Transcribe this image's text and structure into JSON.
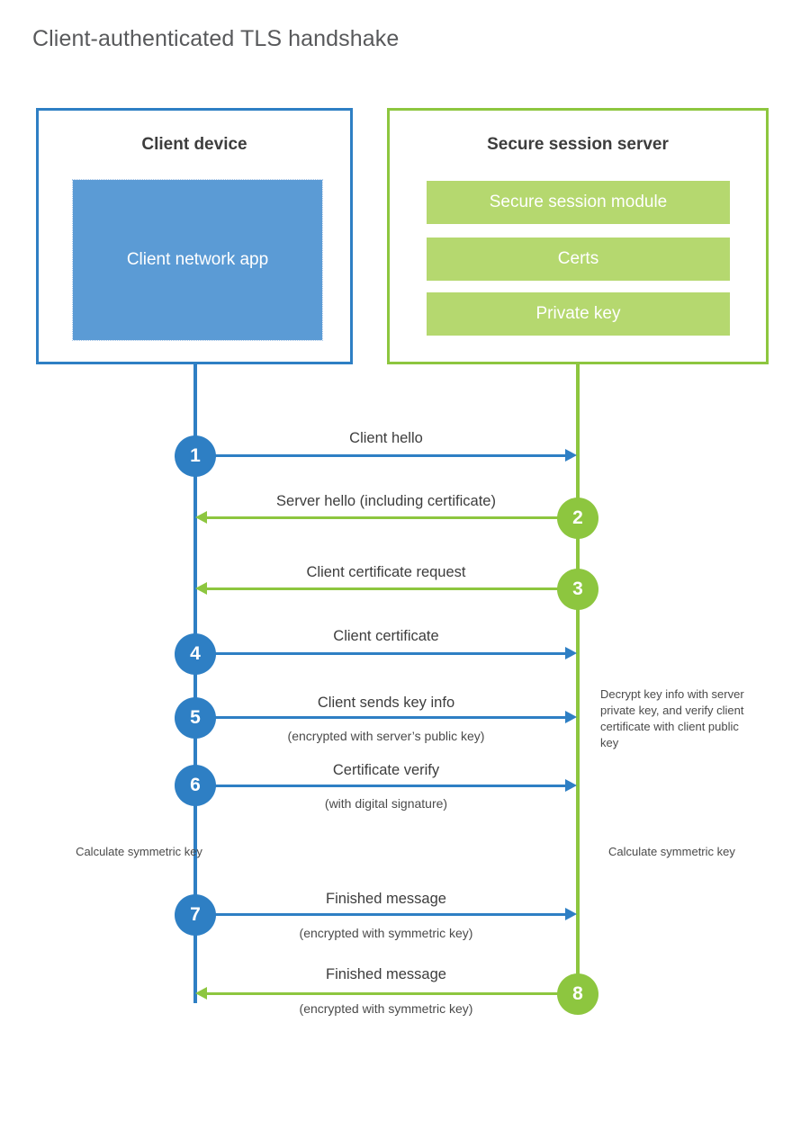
{
  "title": "Client-authenticated TLS handshake",
  "colors": {
    "blue_accent": "#2E7FC4",
    "green_accent": "#8DC63F",
    "app_blue": "#5B9BD5",
    "module_green": "#B5D86F",
    "text": "#3d3d3d",
    "title_text": "#58595b"
  },
  "client_panel": {
    "title": "Client device",
    "app_label": "Client network app"
  },
  "server_panel": {
    "title": "Secure session server",
    "items": [
      {
        "label": "Secure session module"
      },
      {
        "label": "Certs"
      },
      {
        "label": "Private key"
      }
    ]
  },
  "steps": [
    {
      "number": "1",
      "label": "Client hello",
      "sub": "",
      "direction": "client-to-server",
      "color": "blue"
    },
    {
      "number": "2",
      "label": "Server hello (including certificate)",
      "sub": "",
      "direction": "server-to-client",
      "color": "green"
    },
    {
      "number": "3",
      "label": "Client certificate request",
      "sub": "",
      "direction": "server-to-client",
      "color": "green"
    },
    {
      "number": "4",
      "label": "Client certificate",
      "sub": "",
      "direction": "client-to-server",
      "color": "blue"
    },
    {
      "number": "5",
      "label": "Client sends key info",
      "sub": "(encrypted with server’s public key)",
      "direction": "client-to-server",
      "color": "blue"
    },
    {
      "number": "6",
      "label": "Certificate verify",
      "sub": "(with digital signature)",
      "direction": "client-to-server",
      "color": "blue"
    },
    {
      "number": "7",
      "label": "Finished message",
      "sub": "(encrypted with symmetric key)",
      "direction": "client-to-server",
      "color": "blue"
    },
    {
      "number": "8",
      "label": "Finished message",
      "sub": "(encrypted with symmetric key)",
      "direction": "server-to-client",
      "color": "green"
    }
  ],
  "notes": {
    "server_decrypt": "Decrypt key info with server private key, and verify client certificate with client public key",
    "client_calculate": "Calculate symmetric key",
    "server_calculate": "Calculate symmetric key"
  }
}
